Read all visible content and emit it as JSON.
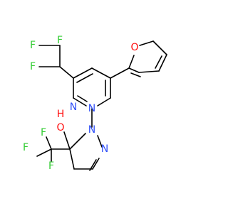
{
  "colors": {
    "bond": "#000000",
    "F": "#33CC33",
    "N": "#3050F8",
    "O": "#FF0D0D",
    "C": "#000000",
    "background": "#FFFFFF"
  },
  "atoms": {
    "F1": "F",
    "F2": "F",
    "F3": "F",
    "F4": "F",
    "F5": "F",
    "F6": "F",
    "N_pyr_left": "N",
    "N_pyr_bottom": "N",
    "N_pz1": "N",
    "N_pz2": "N",
    "O_furan": "O",
    "O_hydroxyl": "O",
    "H_hydroxyl": "H"
  }
}
